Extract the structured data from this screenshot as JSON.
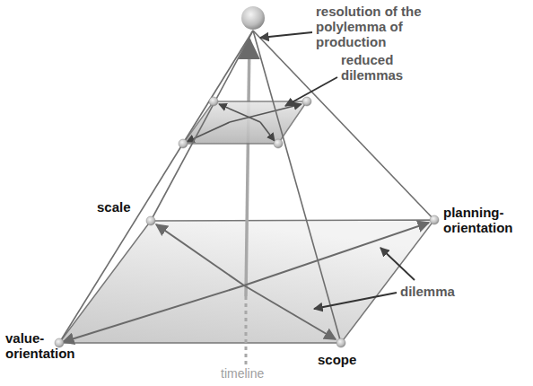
{
  "diagram": {
    "labels": [
      "resolution of the polylemma of production",
      "reduced dilemmas",
      "scale",
      "planning-orientation",
      "dilemma",
      "value-orientation",
      "scope",
      "timeline"
    ]
  }
}
